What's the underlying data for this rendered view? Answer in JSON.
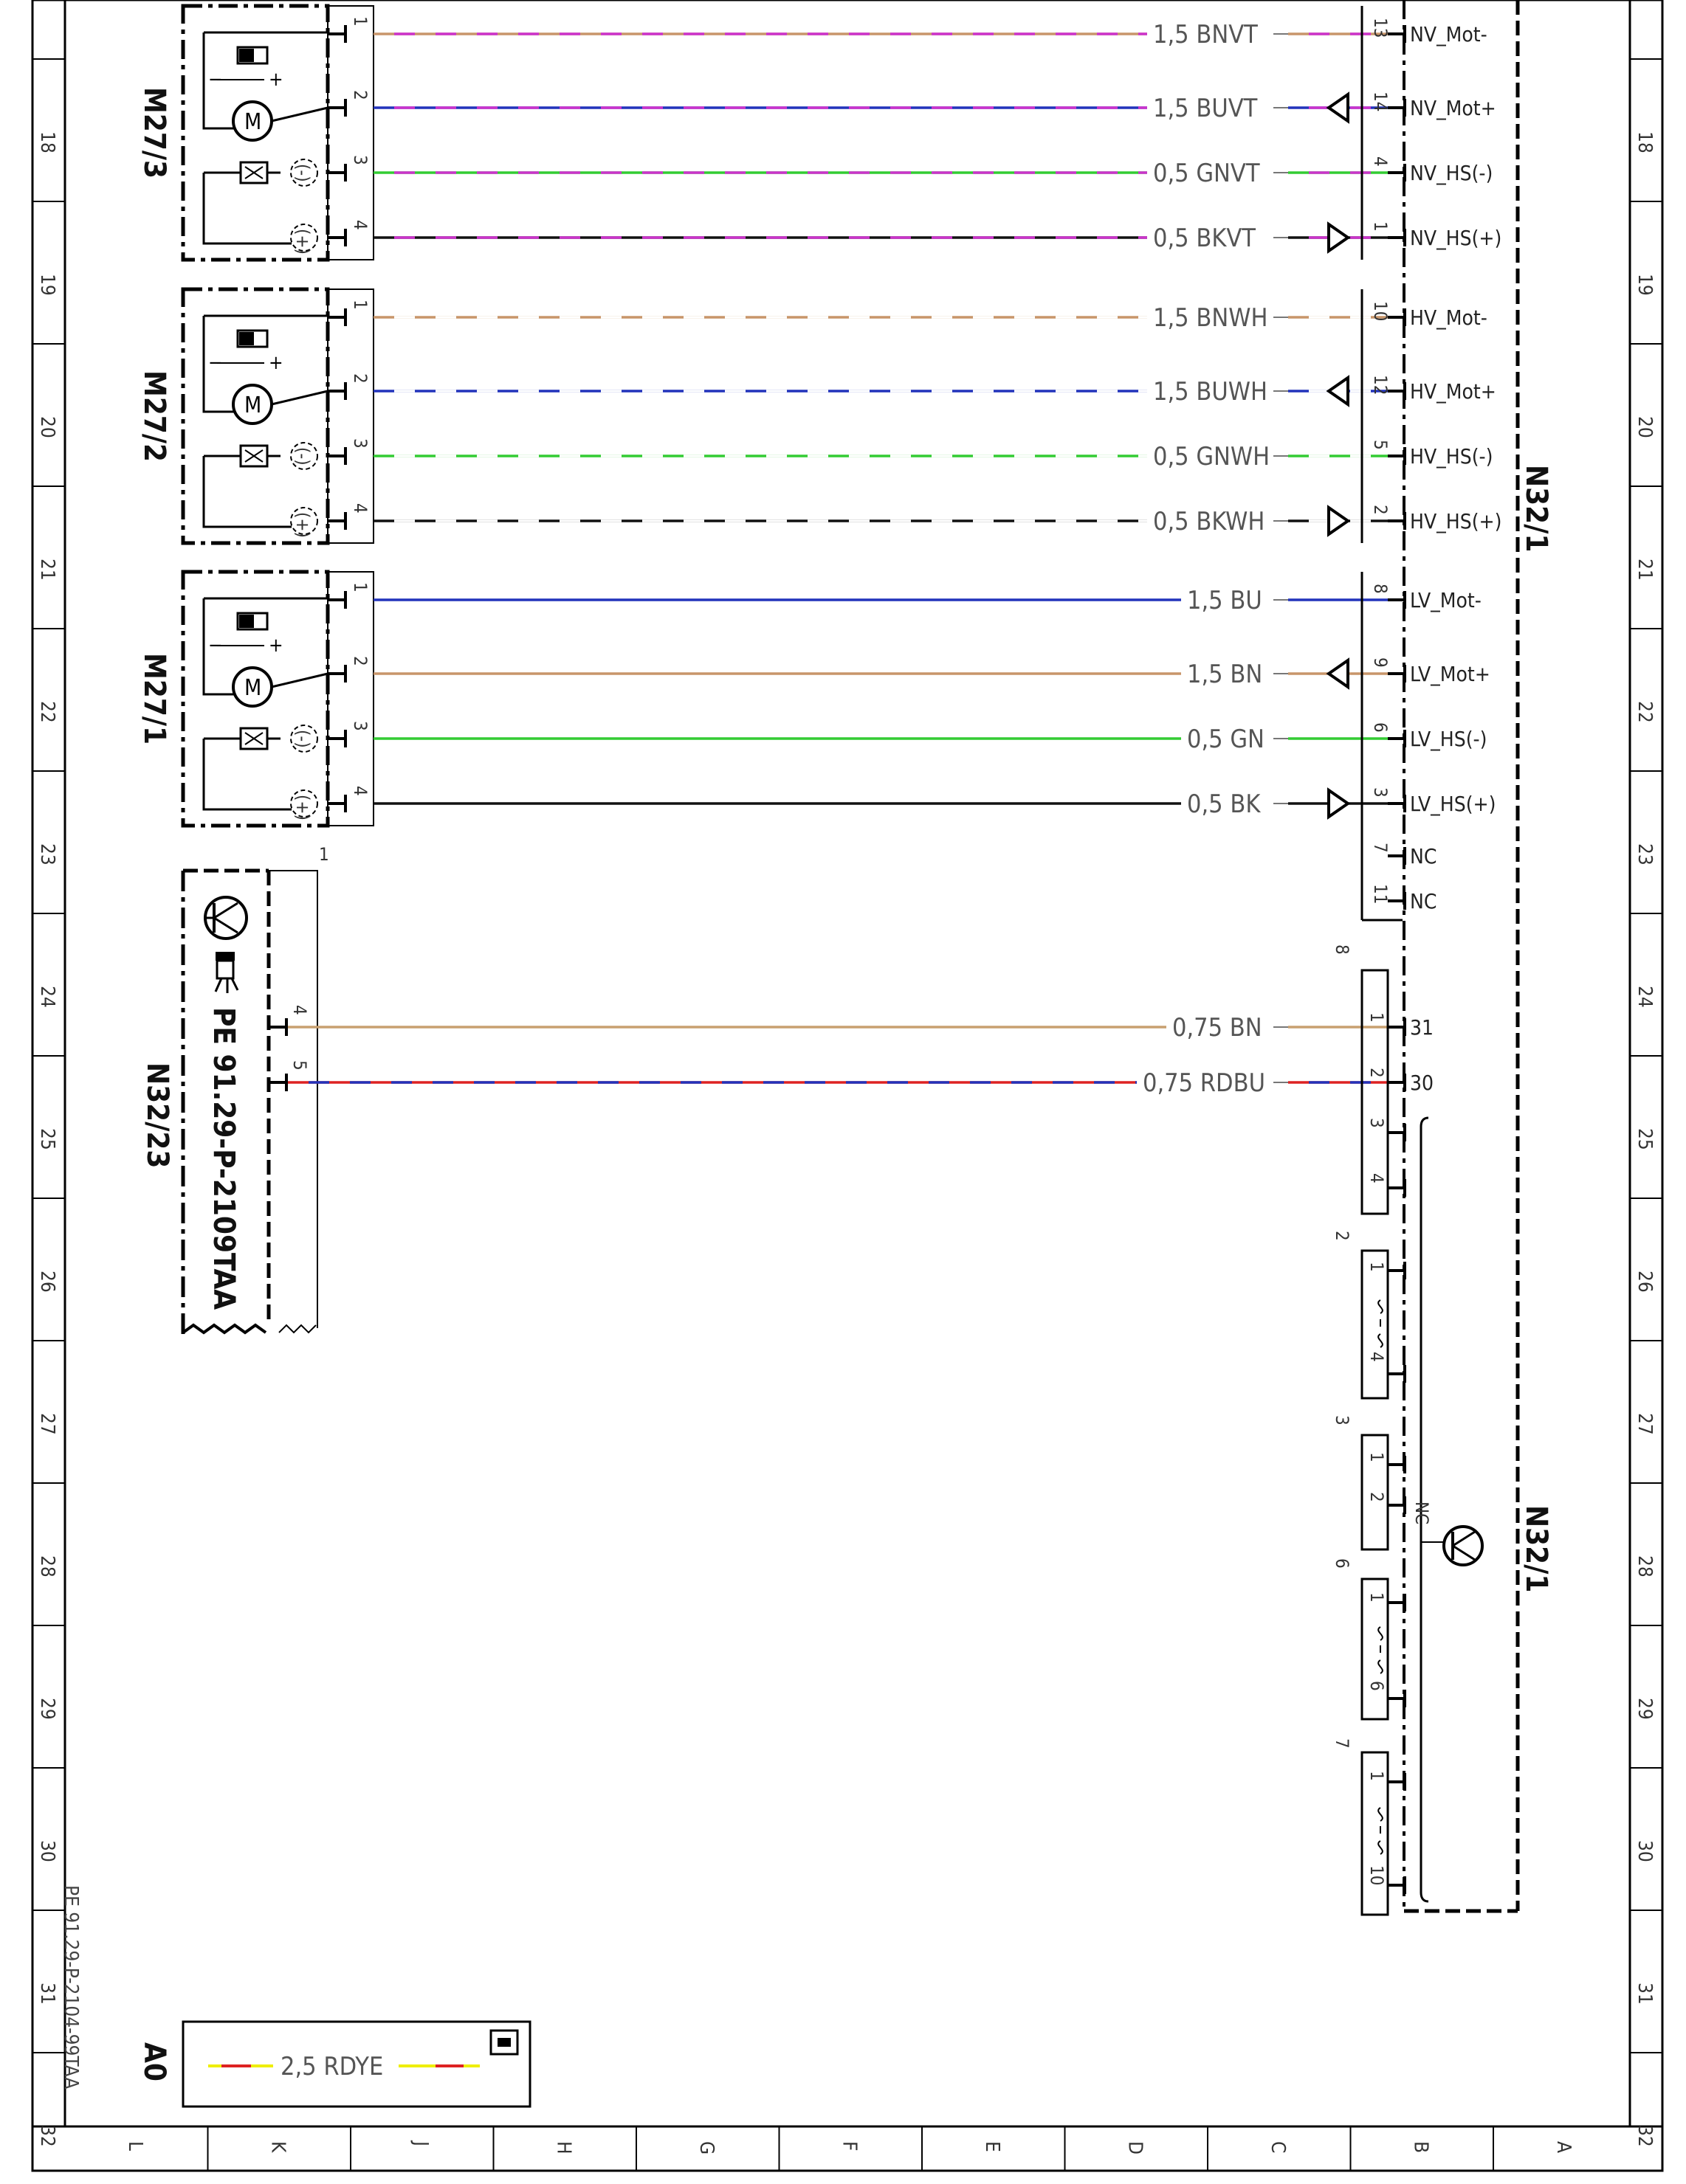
{
  "grid": {
    "rows": [
      "18",
      "19",
      "20",
      "21",
      "22",
      "23",
      "24",
      "25",
      "26",
      "27",
      "28",
      "29",
      "30",
      "31",
      "32"
    ],
    "cols": [
      "L",
      "K",
      "J",
      "H",
      "G",
      "F",
      "E",
      "D",
      "C",
      "B",
      "A"
    ]
  },
  "components": [
    {
      "id": "M27/3"
    },
    {
      "id": "M27/2"
    },
    {
      "id": "M27/1"
    },
    {
      "id": "N32/23"
    },
    {
      "id": "N32/1"
    },
    {
      "id": "A0"
    }
  ],
  "motor_groups": [
    {
      "id": "M27/3",
      "wires": [
        {
          "pin": "1",
          "term": "",
          "label": "1,5 BNVT",
          "connpin": "13",
          "signal": "NV_Mot-",
          "c1": "#c8956a",
          "c2": "#cc33cc",
          "arrow": "none"
        },
        {
          "pin": "2",
          "term": "",
          "label": "1,5 BUVT",
          "connpin": "14",
          "signal": "NV_Mot+",
          "c1": "#2233bb",
          "c2": "#cc33cc",
          "arrow": "left"
        },
        {
          "pin": "3",
          "term": "(-)",
          "label": "0,5 GNVT",
          "connpin": "4",
          "signal": "NV_HS(-)",
          "c1": "#33cc33",
          "c2": "#cc33cc",
          "arrow": "none"
        },
        {
          "pin": "4",
          "term": "(+)",
          "label": "0,5 BKVT",
          "connpin": "1",
          "signal": "NV_HS(+)",
          "c1": "#111111",
          "c2": "#cc33cc",
          "arrow": "right"
        }
      ]
    },
    {
      "id": "M27/2",
      "wires": [
        {
          "pin": "1",
          "term": "",
          "label": "1,5 BNWH",
          "connpin": "10",
          "signal": "HV_Mot-",
          "c1": "#c8956a",
          "c2": "#ffffff",
          "arrow": "none"
        },
        {
          "pin": "2",
          "term": "",
          "label": "1,5 BUWH",
          "connpin": "12",
          "signal": "HV_Mot+",
          "c1": "#2233bb",
          "c2": "#ffffff",
          "arrow": "left"
        },
        {
          "pin": "3",
          "term": "(-)",
          "label": "0,5 GNWH",
          "connpin": "5",
          "signal": "HV_HS(-)",
          "c1": "#33cc33",
          "c2": "#ffffff",
          "arrow": "none"
        },
        {
          "pin": "4",
          "term": "(+)",
          "label": "0,5 BKWH",
          "connpin": "2",
          "signal": "HV_HS(+)",
          "c1": "#111111",
          "c2": "#ffffff",
          "arrow": "right"
        }
      ]
    },
    {
      "id": "M27/1",
      "wires": [
        {
          "pin": "1",
          "term": "",
          "label": "1,5 BU",
          "connpin": "8",
          "signal": "LV_Mot-",
          "c1": "#2233bb",
          "c2": "",
          "arrow": "none"
        },
        {
          "pin": "2",
          "term": "",
          "label": "1,5 BN",
          "connpin": "9",
          "signal": "LV_Mot+",
          "c1": "#c8956a",
          "c2": "",
          "arrow": "left"
        },
        {
          "pin": "3",
          "term": "(-)",
          "label": "0,5 GN",
          "connpin": "6",
          "signal": "LV_HS(-)",
          "c1": "#33cc33",
          "c2": "",
          "arrow": "none"
        },
        {
          "pin": "4",
          "term": "(+)",
          "label": "0,5 BK",
          "connpin": "3",
          "signal": "LV_HS(+)",
          "c1": "#111111",
          "c2": "",
          "arrow": "right"
        }
      ]
    }
  ],
  "nc_pins": [
    {
      "pin": "7",
      "signal": "NC"
    },
    {
      "pin": "11",
      "signal": "NC"
    }
  ],
  "n32_23": {
    "id": "N32/23",
    "ref": "PE 91.29-P-2109TAA",
    "pin_top": "1",
    "wires": [
      {
        "pin": "4",
        "label": "0,75 BN",
        "connpin": "1",
        "signal": "31",
        "c1": "#c8a070",
        "c2": ""
      },
      {
        "pin": "5",
        "label": "0,75 RDBU",
        "connpin": "2",
        "signal": "30",
        "c1": "#dd2222",
        "c2": "#2233bb"
      }
    ]
  },
  "connector8": {
    "num": "8",
    "pins": [
      "1",
      "2",
      "3",
      "4"
    ]
  },
  "connector2": {
    "num": "2",
    "pin_a": "1",
    "pin_b": "4"
  },
  "connector3": {
    "num": "3",
    "pin_a": "1",
    "pin_b": "2"
  },
  "connector6": {
    "num": "6",
    "pin_a": "1",
    "pin_b": "6"
  },
  "connector7": {
    "num": "7",
    "pin_a": "1",
    "pin_b": "10"
  },
  "n32_1": {
    "id": "N32/1",
    "nc": "NC"
  },
  "a0": {
    "id": "A0",
    "label": "2,5 RDYE",
    "c1": "#dd2222",
    "c2": "#eeee00"
  },
  "page_ref": "PE 91.29-P-2104-99TAA"
}
